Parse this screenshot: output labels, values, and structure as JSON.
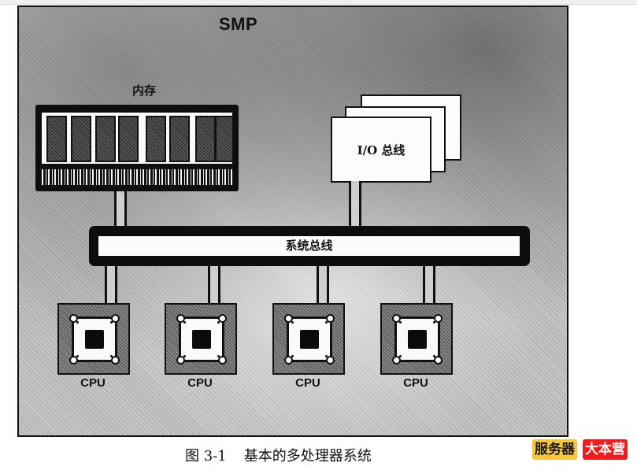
{
  "diagram": {
    "title": "SMP",
    "memory": {
      "label": "内存",
      "chip_count": 8
    },
    "io_bus": {
      "label": "I/O 总线",
      "card_count": 3
    },
    "system_bus": {
      "label": "系统总线"
    },
    "cpus": [
      {
        "label": "CPU"
      },
      {
        "label": "CPU"
      },
      {
        "label": "CPU"
      },
      {
        "label": "CPU"
      }
    ]
  },
  "caption": {
    "figure_number": "图 3-1",
    "text": "基本的多处理器系统"
  },
  "watermark": {
    "part1": "服务器",
    "part2": "大本营",
    "colors": {
      "part1_bg": "#f6c63a",
      "part2_bg": "#f21b1b"
    }
  }
}
